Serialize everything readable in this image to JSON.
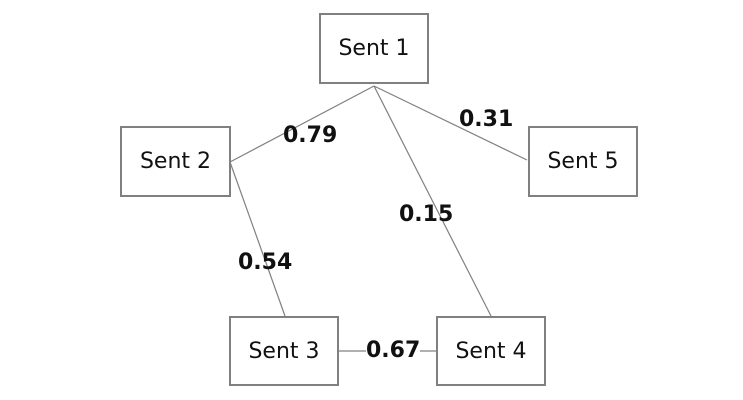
{
  "diagram": {
    "nodes": [
      {
        "id": "s1",
        "label": "Sent 1"
      },
      {
        "id": "s2",
        "label": "Sent 2"
      },
      {
        "id": "s3",
        "label": "Sent 3"
      },
      {
        "id": "s4",
        "label": "Sent 4"
      },
      {
        "id": "s5",
        "label": "Sent 5"
      }
    ],
    "edges": [
      {
        "from": "s1",
        "to": "s2",
        "weight": "0.79"
      },
      {
        "from": "s1",
        "to": "s5",
        "weight": "0.31"
      },
      {
        "from": "s1",
        "to": "s4",
        "weight": "0.15"
      },
      {
        "from": "s2",
        "to": "s3",
        "weight": "0.54"
      },
      {
        "from": "s3",
        "to": "s4",
        "weight": "0.67"
      }
    ],
    "colors": {
      "line": "#808080",
      "border": "#808080",
      "text": "#111111"
    }
  }
}
